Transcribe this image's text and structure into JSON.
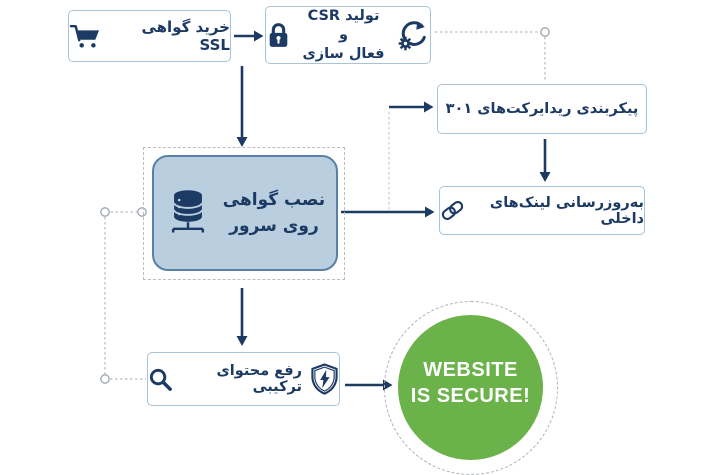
{
  "diagram_title": "SSL installation flowchart",
  "nodes": {
    "buy": {
      "label": "خرید گواهی SSL",
      "icon": "shopping-cart-icon"
    },
    "csr": {
      "line1": "تولید CSR و",
      "line2": "فعال سازی",
      "icon_left": "padlock-icon",
      "icon_right": "refresh-gear-icon"
    },
    "redirects": {
      "label": "پیکربندی ریدایرکت‌های ۳۰۱"
    },
    "install": {
      "line1": "نصب گواهی",
      "line2": "روی سرور",
      "icon": "server-database-icon"
    },
    "links": {
      "label": "به‌روزرسانی لینک‌های داخلی",
      "icon": "chain-link-icon"
    },
    "mixed": {
      "label": "رفع محتوای ترکیبی",
      "icon_left": "magnifier-icon",
      "icon_right": "shield-bolt-icon"
    },
    "secure": {
      "line1": "WEBSITE",
      "line2": "IS SECURE!"
    }
  },
  "edges": [
    {
      "from": "buy",
      "to": "csr",
      "style": "solid-arrow"
    },
    {
      "from": "buy",
      "to": "install",
      "style": "solid-arrow"
    },
    {
      "from": "csr",
      "to": "redirects",
      "style": "dashed-connector"
    },
    {
      "from": "install",
      "to": "redirects",
      "style": "solid-arrow-branch"
    },
    {
      "from": "install",
      "to": "links",
      "style": "solid-arrow"
    },
    {
      "from": "redirects",
      "to": "links",
      "style": "solid-arrow"
    },
    {
      "from": "install",
      "to": "mixed",
      "style": "solid-arrow"
    },
    {
      "from": "install",
      "to": "mixed",
      "style": "dashed-connector"
    },
    {
      "from": "mixed",
      "to": "secure",
      "style": "solid-arrow"
    }
  ],
  "colors": {
    "navy": "#1c3a63",
    "box_border": "#a9c3d8",
    "install_fill": "#b9cede",
    "install_border": "#5a81a5",
    "green": "#6bb24a",
    "dashed_line": "#b8bfc6",
    "selection_dash": "#c4baba",
    "white": "#ffffff"
  }
}
